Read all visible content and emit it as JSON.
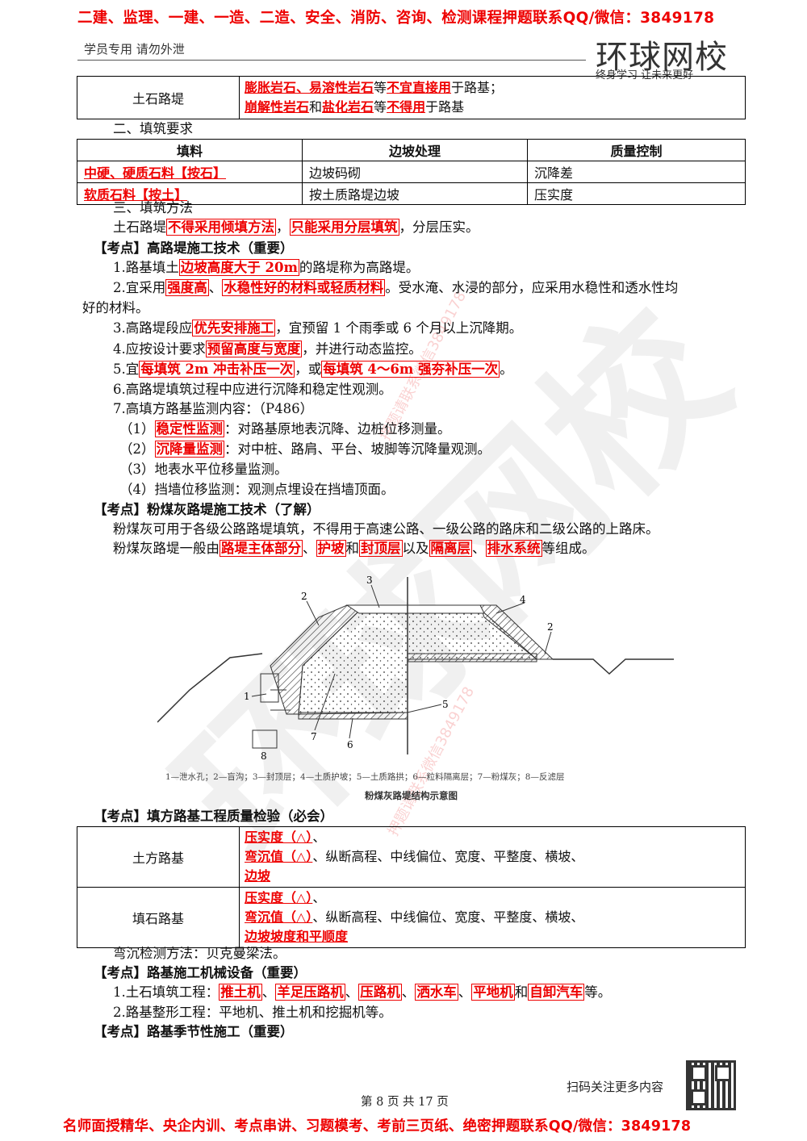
{
  "header": {
    "banner": "二建、监理、一建、一造、二造、安全、消防、咨询、检测课程押题联系QQ/微信：3849178",
    "note": "学员专用 请勿外泄",
    "logo": "环球网校",
    "slogan": "终身学习  让未来更好"
  },
  "top_table": {
    "label": "土石路堤",
    "l1_a": "膨胀岩石、易溶性岩石",
    "l1_b": "等",
    "l1_c": "不宜直接用",
    "l1_d": "于路基；",
    "l2_a": "崩解性岩石",
    "l2_b": "和",
    "l2_c": "盐化岩石",
    "l2_d": "等",
    "l2_e": "不得用",
    "l2_f": "于路基"
  },
  "sec2": "二、填筑要求",
  "fill_table": {
    "headers": [
      "填料",
      "边坡处理",
      "质量控制"
    ],
    "r1": [
      "中硬、硬质石料【按石】",
      "边坡码砌",
      "沉降差"
    ],
    "r2": [
      "软质石料【按土】",
      "按土质路堤边坡",
      "压实度"
    ]
  },
  "sec3": "三、填筑方法",
  "p_fill_a": "土石路堤",
  "p_fill_b": "不得采用倾填方法",
  "p_fill_c": "，",
  "p_fill_d": "只能采用分层填筑",
  "p_fill_e": "，分层压实。",
  "kd1": "【考点】高路堤施工技术（重要）",
  "h1_a": "1.路基填土",
  "h1_b": "边坡高度大于 20m",
  "h1_c": "的路堤称为高路堤。",
  "h2_a": "2.宜采用",
  "h2_b": "强度高",
  "h2_c": "、",
  "h2_d": "水稳性好的材料或轻质材料",
  "h2_e": "。受水淹、水浸的部分，应采用水稳性和透水性均",
  "h2_f": "好的材料。",
  "h3_a": "3.高路堤段应",
  "h3_b": "优先安排施工",
  "h3_c": "，宜预留 1 个雨季或 6 个月以上沉降期。",
  "h4_a": "4.应按设计要求",
  "h4_b": "预留高度与宽度",
  "h4_c": "，并进行动态监控。",
  "h5_a": "5.宜",
  "h5_b": "每填筑 2m 冲击补压一次",
  "h5_c": "，或",
  "h5_d": "每填筑 4～6m 强夯补压一次",
  "h5_e": "。",
  "h6": "6.高路堤填筑过程中应进行沉降和稳定性观测。",
  "h7": "7.高填方路基监测内容：（P486）",
  "m1_a": "（1）",
  "m1_b": "稳定性监测",
  "m1_c": "：对路基原地表沉降、边桩位移测量。",
  "m2_a": "（2）",
  "m2_b": "沉降量监测",
  "m2_c": "：对中桩、路肩、平台、坡脚等沉降量观测。",
  "m3": "（3）地表水平位移量监测。",
  "m4": "（4）挡墙位移监测：观测点埋设在挡墙顶面。",
  "kd2": "【考点】粉煤灰路堤施工技术（了解）",
  "f1": "粉煤灰可用于各级公路路堤填筑，不得用于高速公路、一级公路的路床和二级公路的上路床。",
  "f2_a": "粉煤灰路堤一般由",
  "f2_b": "路堤主体部分",
  "f2_c": "、",
  "f2_d": "护坡",
  "f2_e": "和",
  "f2_f": "封顶层",
  "f2_g": "以及",
  "f2_h": "隔离层",
  "f2_i": "、",
  "f2_j": "排水系统",
  "f2_k": "等组成。",
  "figure": {
    "numbers": [
      "1",
      "2",
      "3",
      "4",
      "2",
      "5",
      "6",
      "7",
      "8"
    ],
    "legend": "1—泄水孔；2—盲沟；3—封顶层；4—土质护坡；5—土质路拱；6—粒料隔离层；7—粉煤灰；8—反滤层",
    "caption": "粉煤灰路堤结构示意图"
  },
  "kd3": "【考点】填方路基工程质量检验（必会）",
  "qc": {
    "r1_label": "土方路基",
    "r1_a": "压实度（△）",
    "r1_b": "、",
    "r1_c": "弯沉值（△）",
    "r1_d": "、纵断高程、中线偏位、宽度、平整度、横坡、",
    "r1_e": "边坡",
    "r2_label": "填石路基",
    "r2_a": "压实度（△）",
    "r2_b": "、",
    "r2_c": "弯沉值（△）",
    "r2_d": "、纵断高程、中线偏位、宽度、平整度、横坡、",
    "r2_e": "边坡坡度和平顺度"
  },
  "wc": "弯沉检测方法：贝克曼梁法。",
  "kd4": "【考点】路基施工机械设备（重要）",
  "e1_a": "1.土石填筑工程：",
  "e1_b": "推土机",
  "e1_c": "、",
  "e1_d": "羊足压路机",
  "e1_e": "、",
  "e1_f": "压路机",
  "e1_g": "、",
  "e1_h": "洒水车",
  "e1_i": "、",
  "e1_j": "平地机",
  "e1_k": "和",
  "e1_l": "自卸汽车",
  "e1_m": "等。",
  "e2": "2.路基整形工程：平地机、推土机和挖掘机等。",
  "kd5": "【考点】路基季节性施工（重要）",
  "footer": {
    "scan": "扫码关注更多内容",
    "page": "第 8 页 共 17 页",
    "banner": "名师面授精华、央企内训、考点串讲、习题模考、考前三页纸、绝密押题联系QQ/微信：3849178"
  },
  "watermark": {
    "big": "环球网校",
    "small": "押题请联系微信3849178"
  }
}
